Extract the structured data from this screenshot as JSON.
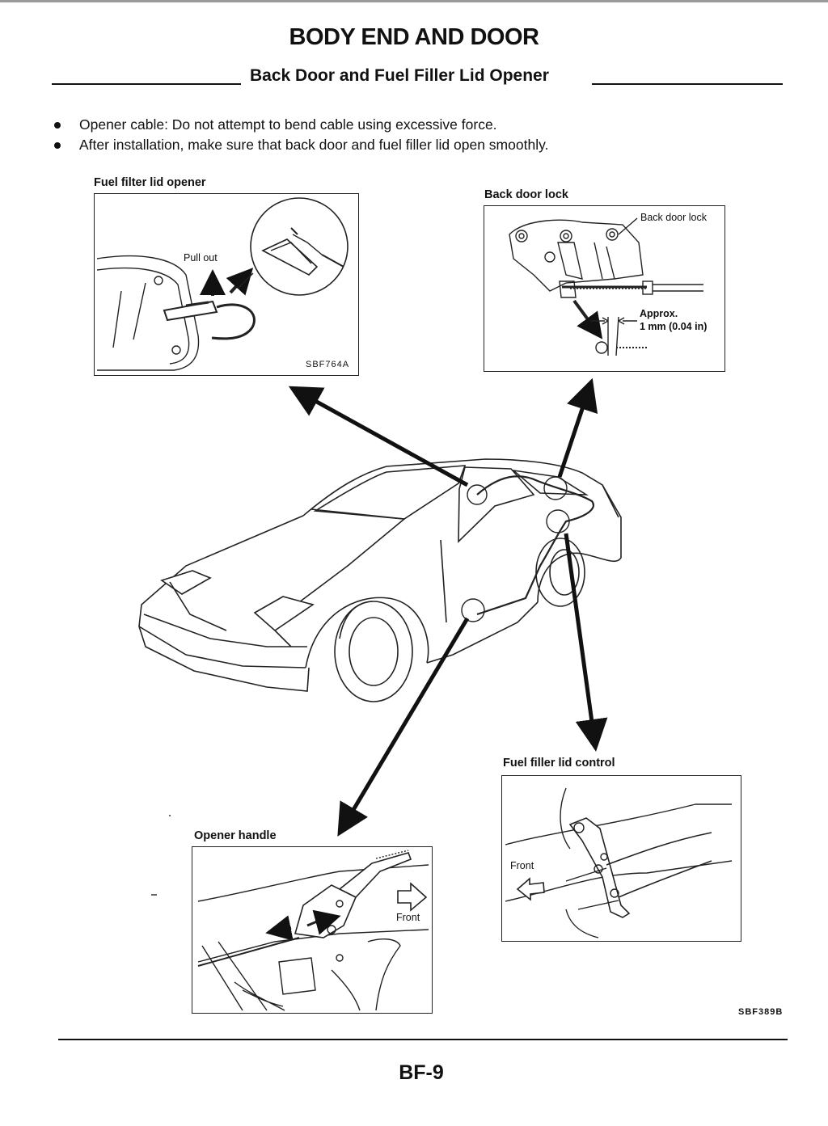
{
  "header": {
    "title": "BODY END AND DOOR",
    "subtitle": "Back Door and Fuel Filler Lid Opener"
  },
  "notes": [
    "Opener cable: Do not attempt to bend cable using excessive force.",
    "After installation, make sure that back door and fuel filler lid open smoothly."
  ],
  "figures": {
    "fuel_filter_lid_opener": {
      "title": "Fuel filter lid opener",
      "callout": "Pull out",
      "code": "SBF764A"
    },
    "back_door_lock": {
      "title": "Back door lock",
      "callout": "Back door lock",
      "clearance_line1": "Approx.",
      "clearance_line2": "1 mm (0.04 in)"
    },
    "fuel_filler_lid_control": {
      "title": "Fuel filler lid control",
      "front_label": "Front"
    },
    "opener_handle": {
      "title": "Opener handle",
      "front_label": "Front"
    },
    "main_code": "SBF389B"
  },
  "footer": {
    "page_number": "BF-9"
  }
}
